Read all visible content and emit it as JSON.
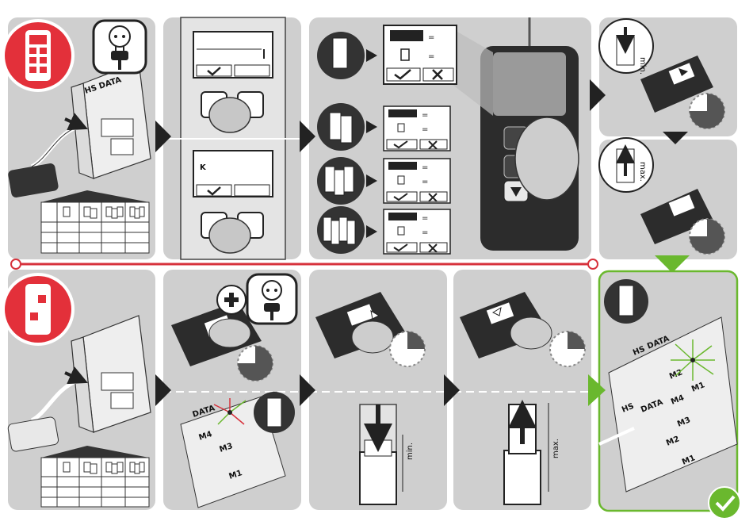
{
  "colors": {
    "panel_bg": "#cfcfcf",
    "brand_red": "#e3303a",
    "accent_green": "#6ab82e",
    "line_red": "#d7323c",
    "dark": "#222222"
  },
  "icons": {
    "remote": "handheld-remote-icon",
    "hub": "receiver-icon",
    "power": "power-plug-icon",
    "check": "checkmark-icon",
    "cross": "cross-icon",
    "arrow": "arrow-right-icon"
  },
  "labels": {
    "port_m1": "M1",
    "port_m2": "M2",
    "port_m3": "M3",
    "port_m4": "M4",
    "port_data": "DATA",
    "port_hs": "HS",
    "min": "min.",
    "max": "max."
  },
  "display": {
    "logo_letter": "K",
    "equals": "="
  },
  "progress": {
    "timer_quarter": 0.25,
    "timer_three_quarters": 0.75
  }
}
